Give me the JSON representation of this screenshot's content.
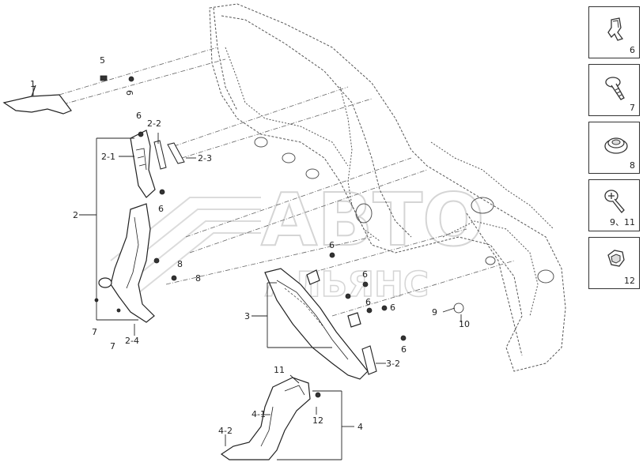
{
  "watermark": {
    "line1": "АВТО",
    "line2": "АЛЬЯНС"
  },
  "callouts": {
    "c1": "1",
    "c2": "2",
    "c2_1": "2-1",
    "c2_2": "2-2",
    "c2_3": "2-3",
    "c2_4": "2-4",
    "c3": "3",
    "c3_2": "3-2",
    "c4": "4",
    "c4_1": "4-1",
    "c4_2": "4-2",
    "c5": "5",
    "c6a": "6",
    "c6b": "6",
    "c6c": "6",
    "c6d": "6",
    "c6e": "6",
    "c6f": "6",
    "c6g": "6",
    "c6h": "6",
    "c7a": "7",
    "c7b": "7",
    "c8a": "8",
    "c8b": "8",
    "c9": "9",
    "c10": "10",
    "c11": "11",
    "c12": "12"
  },
  "legend": [
    {
      "label": "6",
      "icon": "clip-icon"
    },
    {
      "label": "7",
      "icon": "screw-icon"
    },
    {
      "label": "8",
      "icon": "grommet-icon"
    },
    {
      "label": "9、11",
      "icon": "pan-screw-icon"
    },
    {
      "label": "12",
      "icon": "nut-clip-icon"
    }
  ]
}
